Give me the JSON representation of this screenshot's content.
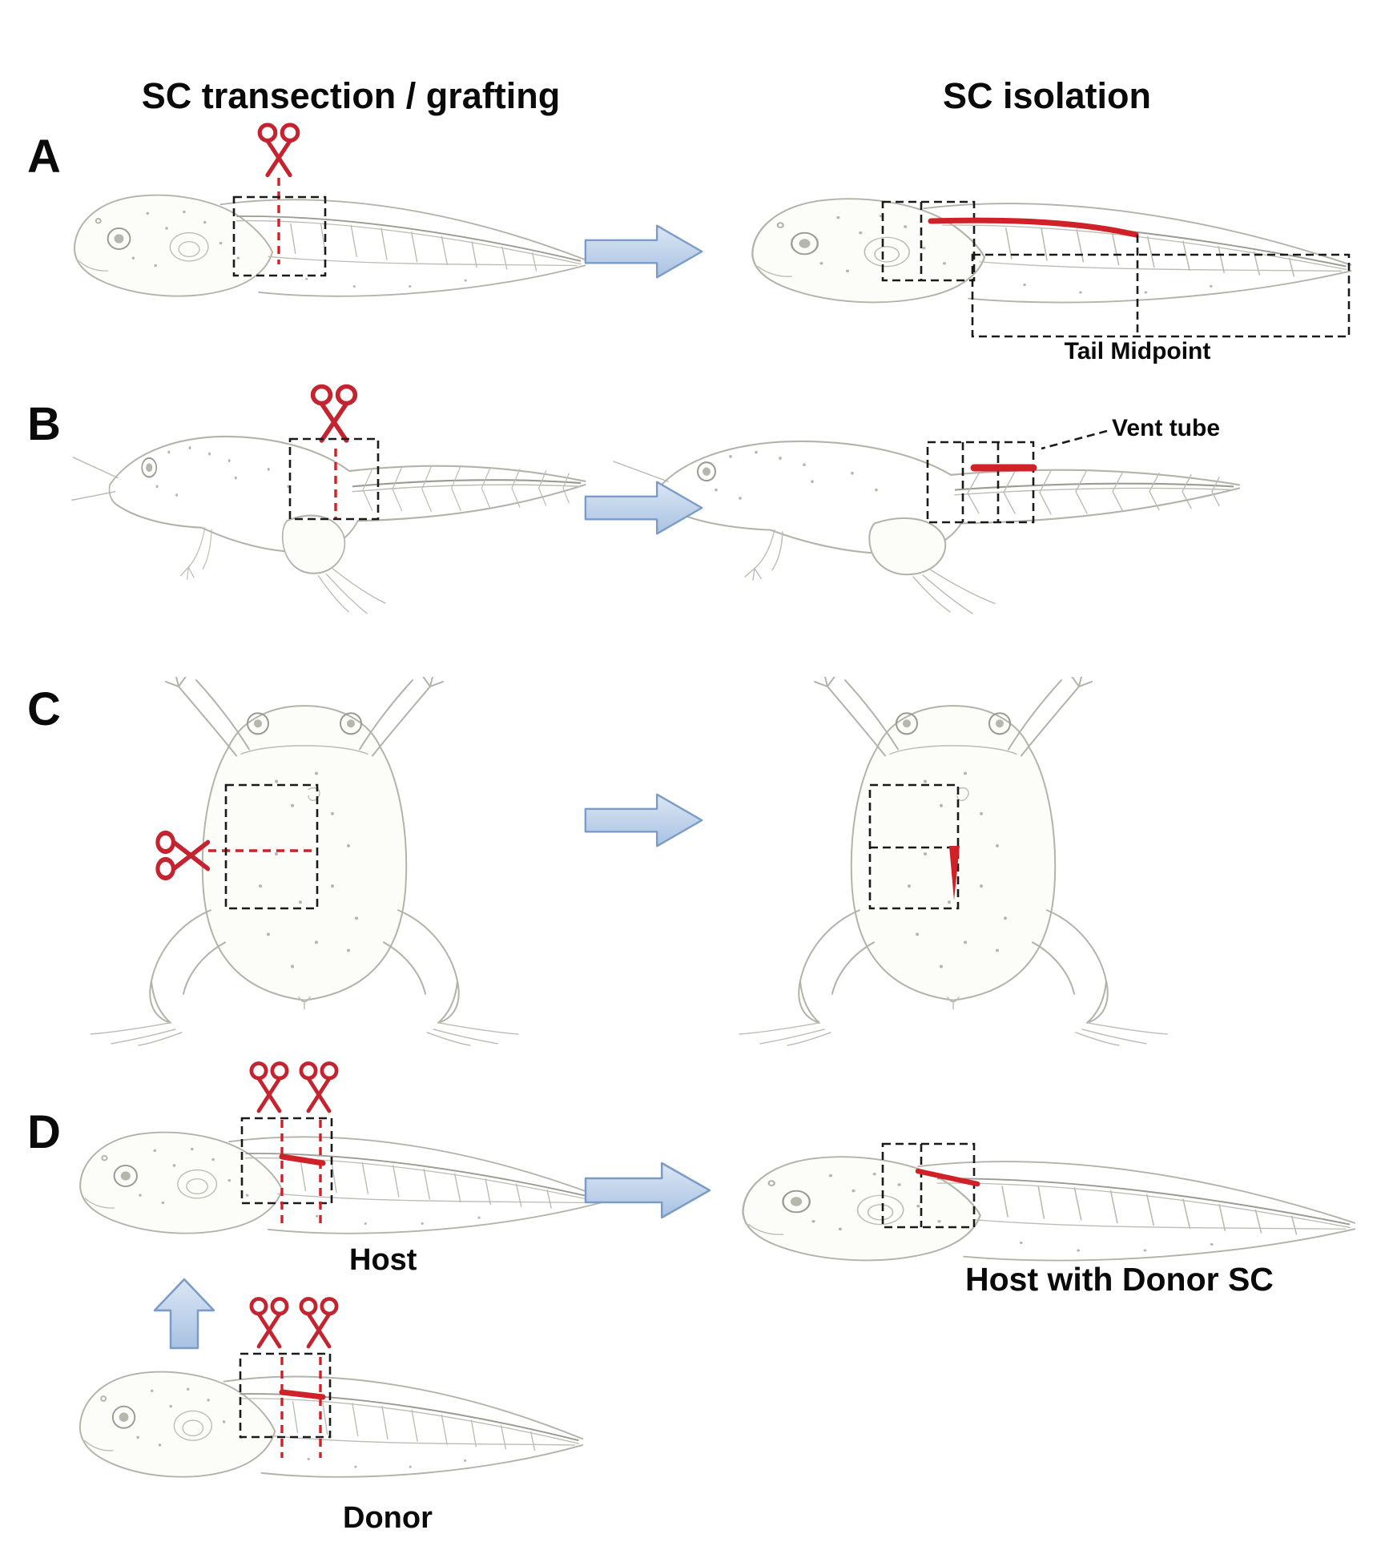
{
  "figure": {
    "title_row": {
      "left": "SC transection / grafting",
      "right": "SC isolation"
    },
    "panels": [
      {
        "label": "A",
        "annotation": "Tail Midpoint"
      },
      {
        "label": "B",
        "annotation": "Vent tube"
      },
      {
        "label": "C"
      },
      {
        "label": "D",
        "host": "Host",
        "donor": "Donor",
        "result": "Host with Donor SC"
      }
    ],
    "icons": {
      "scissors": "scissors-icon",
      "arrow_right": "arrow-right-icon",
      "arrow_up": "arrow-up-icon"
    },
    "colors": {
      "annotation_red": "#cf2127",
      "scissors_red": "#c32430",
      "dashed_black": "#1a1a1a",
      "arrow_fill_light": "#dbe6f4",
      "arrow_fill_dark": "#a8c2e2",
      "arrow_stroke": "#7b9cc9",
      "sketch_gray": "#b3b3aa",
      "background": "#ffffff"
    }
  }
}
